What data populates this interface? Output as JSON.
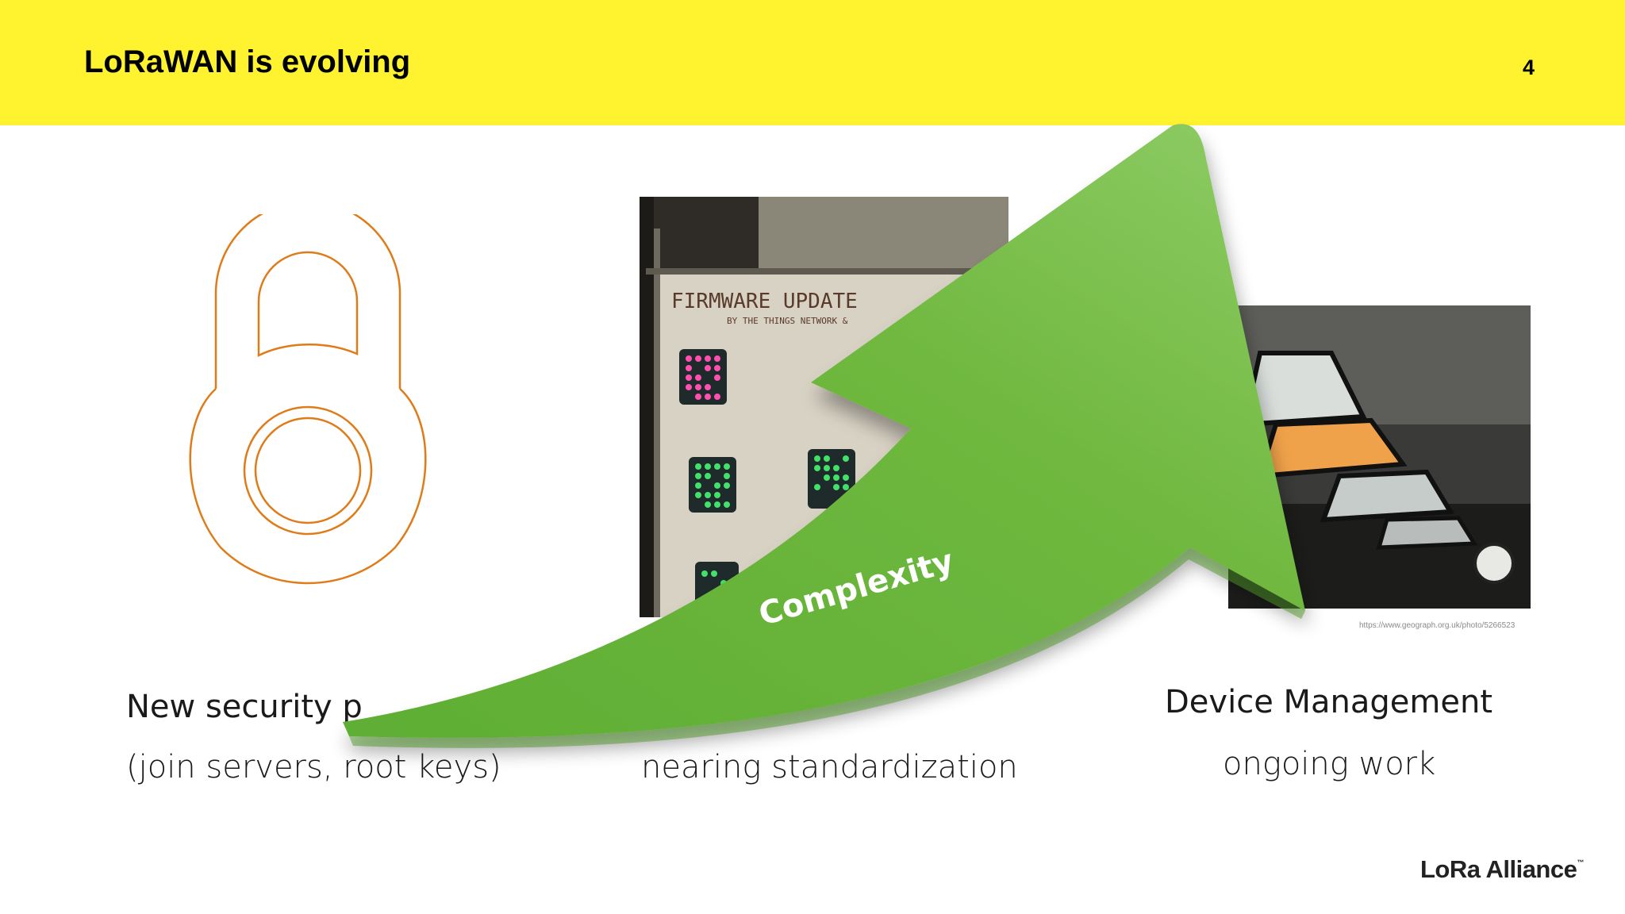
{
  "slide": {
    "title": "LoRaWAN is evolving",
    "page_number": "4"
  },
  "columns": [
    {
      "heading": "New security p",
      "subtext": "(join servers, root keys)"
    },
    {
      "heading": "",
      "subtext": "nearing standardization"
    },
    {
      "heading": "Device Management",
      "subtext": "ongoing work"
    }
  ],
  "photo_firmware": {
    "board_title": "FIRMWARE UPDATE",
    "board_subtitle": "BY THE THINGS NETWORK &"
  },
  "photo_credit": "https://www.geograph.org.uk/photo/5266523",
  "arrow": {
    "label": "Complexity",
    "color": "#6fb83f"
  },
  "logo": {
    "text": "LoRa Alliance",
    "tm": "™"
  },
  "colors": {
    "header": "#fff22e",
    "lock_outline": "#e07b1a"
  }
}
